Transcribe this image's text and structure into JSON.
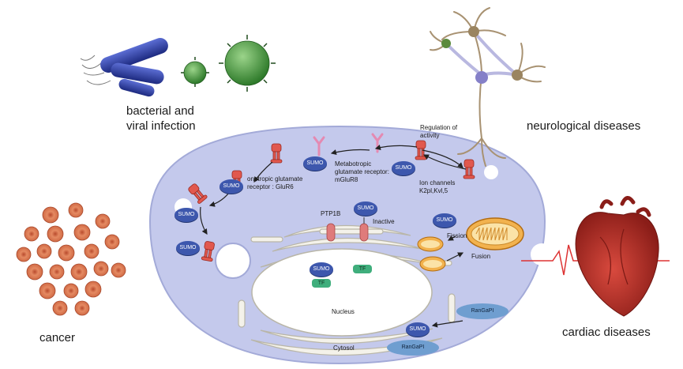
{
  "labels": {
    "bacterial": "bacterial and\nviral infection",
    "neuro": "neurological diseases",
    "cancer": "cancer",
    "cardiac": "cardiac diseases",
    "regulation": "Regulation of\nactivity",
    "ionotropic": "onotropic glutamate\nreceptor : GluR6",
    "metabotropic": "Metabotropic\nglutamate receptor:\nmGluR8",
    "ion_channels": "Ion channels\nK2pl,Kvl,5",
    "ptp1b": "PTP1B",
    "inactive": "Inactive",
    "fission": "Fission",
    "fusion": "Fusion",
    "nucleus": "Nucleus",
    "cytosol": "Cytosol",
    "sumo": "SUMO",
    "tf": "TF",
    "rangap": "RanGaPI"
  },
  "colors": {
    "cell": "#c4c9ec",
    "cell_edge": "#a3aad8",
    "sumo": "#3d57ad",
    "tf": "#3fae7c",
    "receptor": "#e1584e",
    "mito": "#f2b24e",
    "heart": "#c62f2a",
    "rbc": "#d9734f",
    "virus": "#3d8a3a",
    "bacterium": "#2e3f9c"
  },
  "icons": [
    "bacterium-icon",
    "virus-icon",
    "neuron-icon",
    "heart-icon",
    "red-blood-cell-icon",
    "mitochondrion-icon",
    "receptor-icon"
  ]
}
